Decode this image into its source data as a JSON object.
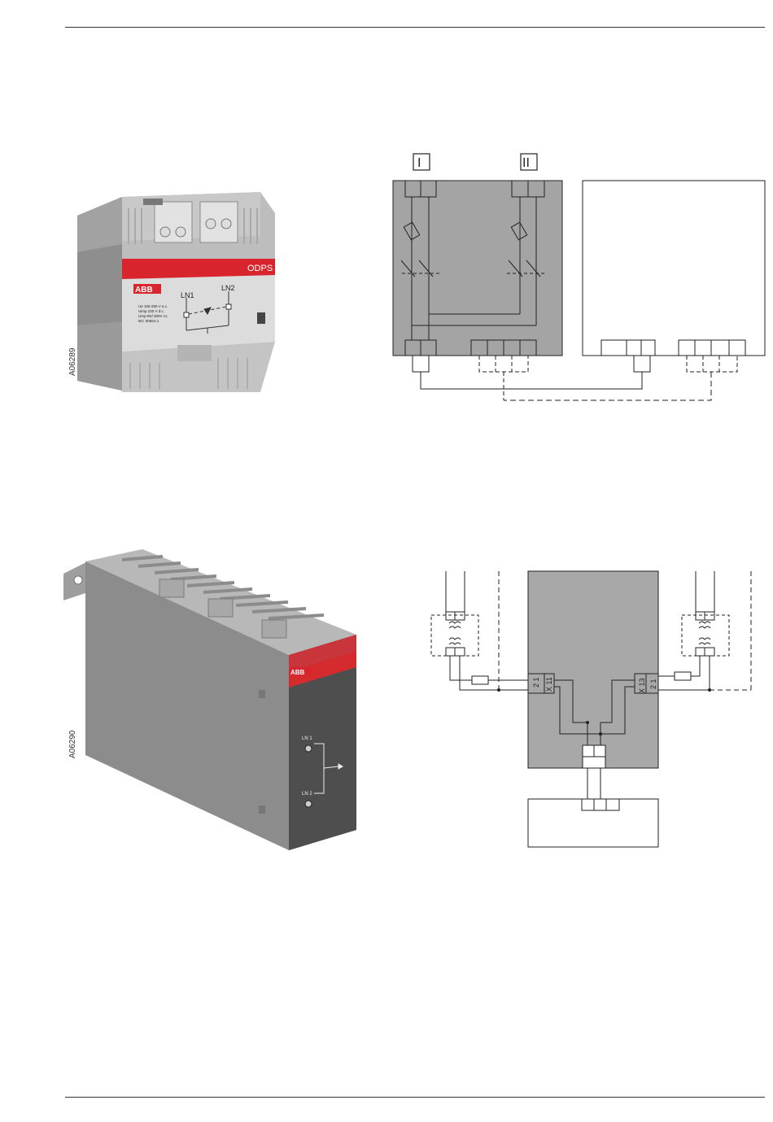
{
  "figure1": {
    "id": "A06289",
    "brand": "ABB",
    "model": "ODPS",
    "terminal_labels": [
      "LN1",
      "LN2"
    ],
    "rating_lines": [
      "Ue   100-250 V a.c.",
      "Uimp 230 V d.c.",
      "Ump.Ref  300V Ac",
      "IEC 60664-1"
    ]
  },
  "figure2": {
    "id": "A06290",
    "brand": "ABB",
    "terminal_labels": [
      "LN 1",
      "LN 2"
    ]
  },
  "diagram1": {
    "source_labels": [
      "I",
      "II"
    ]
  },
  "diagram2": {
    "left_terminal": "X 11",
    "left_pins": "2 1",
    "right_terminal": "X 13",
    "right_pins": "2 1"
  }
}
